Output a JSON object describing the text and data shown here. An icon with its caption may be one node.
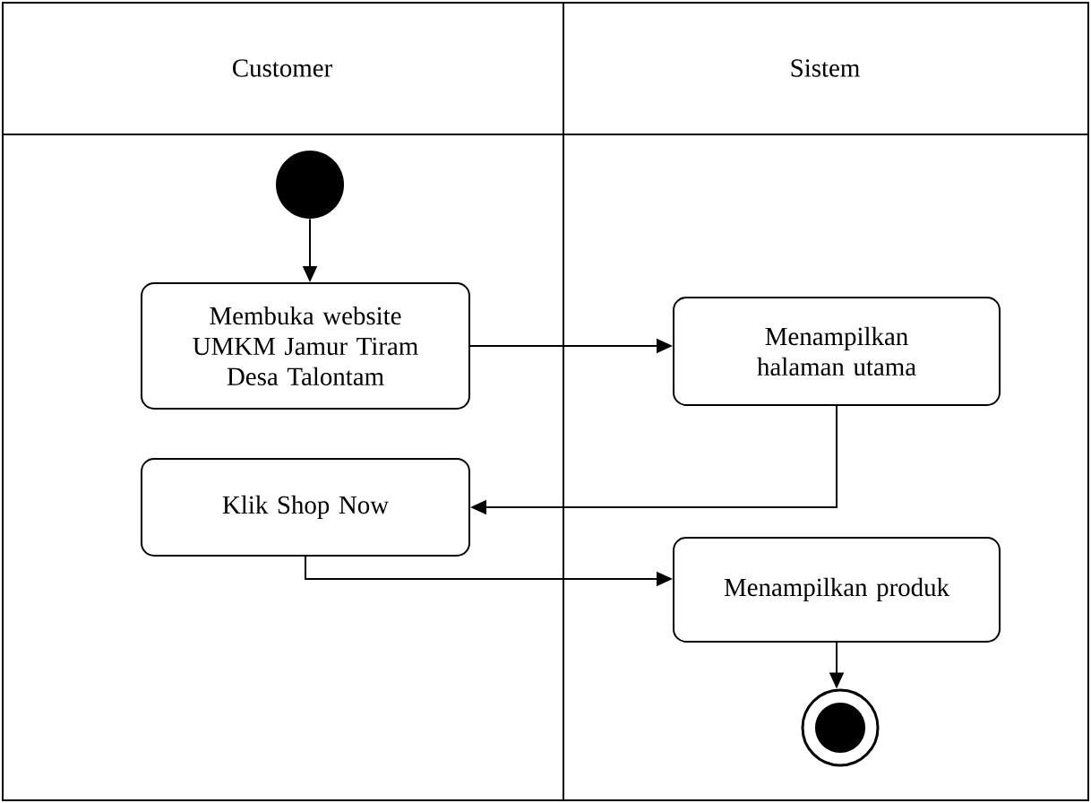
{
  "diagram": {
    "nodes": [
      {
        "text": [
          "Customer"
        ]
      },
      {
        "text": [
          "Sistem"
        ]
      },
      {
        "text": [],
        "shape": "circle",
        "in": 0
      },
      {
        "text": [
          "Membuka website UMKM Jamur Tiram Desa Talontam"
        ],
        "in": 0
      },
      {
        "text": [
          "Menampilkan halaman utama"
        ],
        "in": 1
      },
      {
        "text": [
          "Klik Shop Now"
        ],
        "in": 0
      },
      {
        "text": [
          "Menampilkan produk"
        ],
        "in": 1
      },
      {
        "text": [],
        "shape": "circle",
        "in": 1
      }
    ],
    "edges": [
      {
        "from": 2,
        "to": 3,
        "arrow": "to"
      },
      {
        "from": 3,
        "to": 4,
        "arrow": "to"
      },
      {
        "from": 4,
        "to": 5,
        "arrow": "to"
      },
      {
        "from": 5,
        "to": 6,
        "arrow": "to"
      },
      {
        "from": 6,
        "to": 7,
        "arrow": "to"
      }
    ]
  }
}
